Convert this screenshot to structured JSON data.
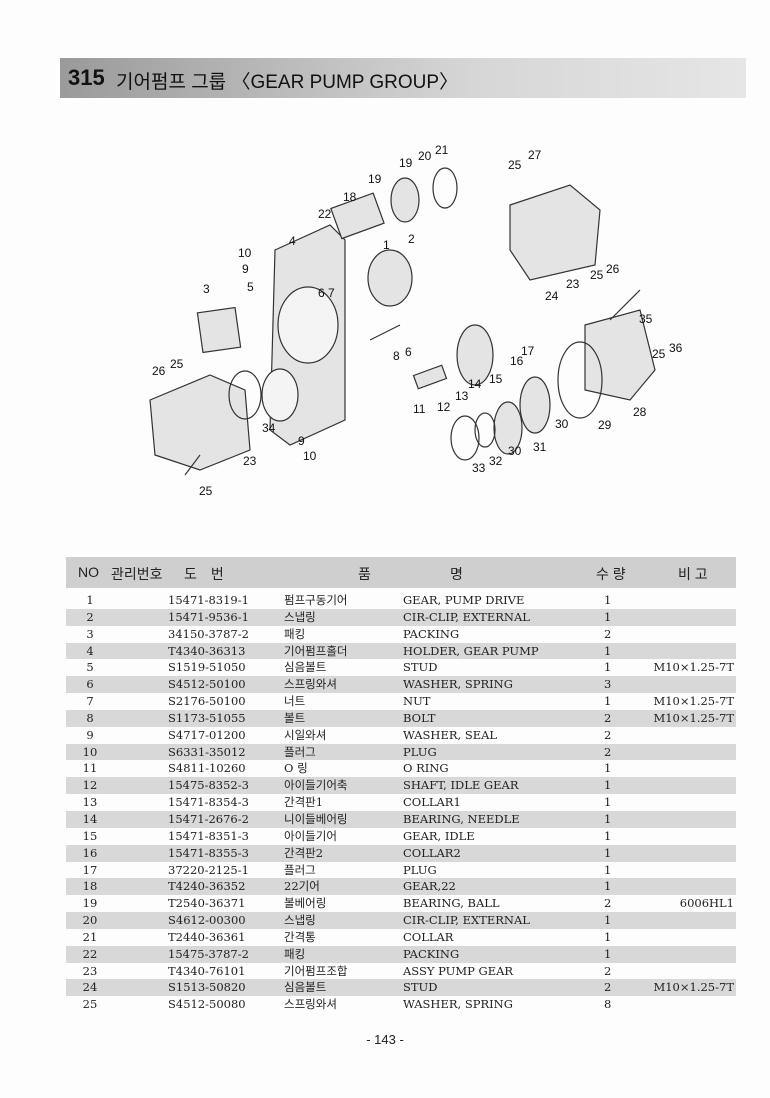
{
  "title": {
    "number": "315",
    "text": "기어펌프 그룹 〈GEAR PUMP GROUP〉"
  },
  "diagram": {
    "callouts": [
      "1",
      "2",
      "3",
      "4",
      "5",
      "6",
      "7",
      "6",
      "8",
      "9",
      "9",
      "10",
      "10",
      "11",
      "12",
      "13",
      "14",
      "15",
      "16",
      "17",
      "18",
      "19",
      "19",
      "20",
      "21",
      "22",
      "23",
      "23",
      "24",
      "25",
      "25",
      "25",
      "25",
      "25",
      "26",
      "26",
      "27",
      "28",
      "29",
      "30",
      "30",
      "31",
      "32",
      "33",
      "34",
      "35",
      "36"
    ]
  },
  "table": {
    "headers": {
      "no": "NO",
      "mgmt": "관리번호",
      "part_no": "도　번",
      "name_a": "품",
      "name_b": "명",
      "qty": "수 량",
      "remark": "비 고"
    },
    "rows": [
      {
        "no": "1",
        "part_no": "15471-8319-1",
        "name_kr": "펌프구동기어",
        "name_en": "GEAR, PUMP DRIVE",
        "qty": "1",
        "remark": ""
      },
      {
        "no": "2",
        "part_no": "15471-9536-1",
        "name_kr": "스냅링",
        "name_en": "CIR-CLIP, EXTERNAL",
        "qty": "1",
        "remark": ""
      },
      {
        "no": "3",
        "part_no": "34150-3787-2",
        "name_kr": "패킹",
        "name_en": "PACKING",
        "qty": "2",
        "remark": ""
      },
      {
        "no": "4",
        "part_no": "T4340-36313",
        "name_kr": "기어펌프홀더",
        "name_en": "HOLDER, GEAR PUMP",
        "qty": "1",
        "remark": ""
      },
      {
        "no": "5",
        "part_no": "S1519-51050",
        "name_kr": "심음볼트",
        "name_en": "STUD",
        "qty": "1",
        "remark": "M10×1.25-7T"
      },
      {
        "no": "6",
        "part_no": "S4512-50100",
        "name_kr": "스프링와셔",
        "name_en": "WASHER, SPRING",
        "qty": "3",
        "remark": ""
      },
      {
        "no": "7",
        "part_no": "S2176-50100",
        "name_kr": "너트",
        "name_en": "NUT",
        "qty": "1",
        "remark": "M10×1.25-7T"
      },
      {
        "no": "8",
        "part_no": "S1173-51055",
        "name_kr": "볼트",
        "name_en": "BOLT",
        "qty": "2",
        "remark": "M10×1.25-7T"
      },
      {
        "no": "9",
        "part_no": "S4717-01200",
        "name_kr": "시일와셔",
        "name_en": "WASHER, SEAL",
        "qty": "2",
        "remark": ""
      },
      {
        "no": "10",
        "part_no": "S6331-35012",
        "name_kr": "플러그",
        "name_en": "PLUG",
        "qty": "2",
        "remark": ""
      },
      {
        "no": "11",
        "part_no": "S4811-10260",
        "name_kr": "O 링",
        "name_en": "O RING",
        "qty": "1",
        "remark": ""
      },
      {
        "no": "12",
        "part_no": "15475-8352-3",
        "name_kr": "아이들기어축",
        "name_en": "SHAFT, IDLE GEAR",
        "qty": "1",
        "remark": ""
      },
      {
        "no": "13",
        "part_no": "15471-8354-3",
        "name_kr": "간격판1",
        "name_en": "COLLAR1",
        "qty": "1",
        "remark": ""
      },
      {
        "no": "14",
        "part_no": "15471-2676-2",
        "name_kr": "니이들베어링",
        "name_en": "BEARING, NEEDLE",
        "qty": "1",
        "remark": ""
      },
      {
        "no": "15",
        "part_no": "15471-8351-3",
        "name_kr": "아이들기어",
        "name_en": "GEAR, IDLE",
        "qty": "1",
        "remark": ""
      },
      {
        "no": "16",
        "part_no": "15471-8355-3",
        "name_kr": "간격판2",
        "name_en": "COLLAR2",
        "qty": "1",
        "remark": ""
      },
      {
        "no": "17",
        "part_no": "37220-2125-1",
        "name_kr": "플러그",
        "name_en": "PLUG",
        "qty": "1",
        "remark": ""
      },
      {
        "no": "18",
        "part_no": "T4240-36352",
        "name_kr": "22기어",
        "name_en": "GEAR,22",
        "qty": "1",
        "remark": ""
      },
      {
        "no": "19",
        "part_no": "T2540-36371",
        "name_kr": "볼베어링",
        "name_en": "BEARING, BALL",
        "qty": "2",
        "remark": "6006HL1"
      },
      {
        "no": "20",
        "part_no": "S4612-00300",
        "name_kr": "스냅링",
        "name_en": "CIR-CLIP, EXTERNAL",
        "qty": "1",
        "remark": ""
      },
      {
        "no": "21",
        "part_no": "T2440-36361",
        "name_kr": "간격통",
        "name_en": "COLLAR",
        "qty": "1",
        "remark": ""
      },
      {
        "no": "22",
        "part_no": "15475-3787-2",
        "name_kr": "패킹",
        "name_en": "PACKING",
        "qty": "1",
        "remark": ""
      },
      {
        "no": "23",
        "part_no": "T4340-76101",
        "name_kr": "기어펌프조합",
        "name_en": "ASSY PUMP GEAR",
        "qty": "2",
        "remark": ""
      },
      {
        "no": "24",
        "part_no": "S1513-50820",
        "name_kr": "심음볼트",
        "name_en": "STUD",
        "qty": "2",
        "remark": "M10×1.25-7T"
      },
      {
        "no": "25",
        "part_no": "S4512-50080",
        "name_kr": "스프링와셔",
        "name_en": "WASHER, SPRING",
        "qty": "8",
        "remark": ""
      }
    ]
  },
  "page_number": "- 143 -"
}
